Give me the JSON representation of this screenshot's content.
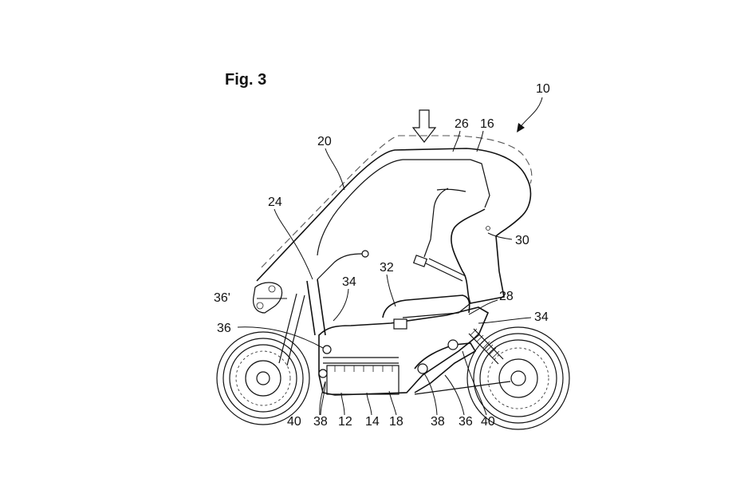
{
  "figure": {
    "title": "Fig. 3",
    "subject": "covered electric scooter, side view, patent drawing",
    "load_arrow": "downward-arrow",
    "reference_numerals": [
      {
        "id": "ref-10",
        "label": "10"
      },
      {
        "id": "ref-26",
        "label": "26"
      },
      {
        "id": "ref-16",
        "label": "16"
      },
      {
        "id": "ref-20",
        "label": "20"
      },
      {
        "id": "ref-24",
        "label": "24"
      },
      {
        "id": "ref-30",
        "label": "30"
      },
      {
        "id": "ref-32",
        "label": "32"
      },
      {
        "id": "ref-36p",
        "label": "36'"
      },
      {
        "id": "ref-34-front",
        "label": "34"
      },
      {
        "id": "ref-28",
        "label": "28"
      },
      {
        "id": "ref-34-rear",
        "label": "34"
      },
      {
        "id": "ref-36-front",
        "label": "36"
      },
      {
        "id": "ref-40-front",
        "label": "40"
      },
      {
        "id": "ref-38-front",
        "label": "38"
      },
      {
        "id": "ref-12",
        "label": "12"
      },
      {
        "id": "ref-14",
        "label": "14"
      },
      {
        "id": "ref-18",
        "label": "18"
      },
      {
        "id": "ref-38-rear",
        "label": "38"
      },
      {
        "id": "ref-36-rear",
        "label": "36"
      },
      {
        "id": "ref-40-rear",
        "label": "40"
      }
    ]
  }
}
